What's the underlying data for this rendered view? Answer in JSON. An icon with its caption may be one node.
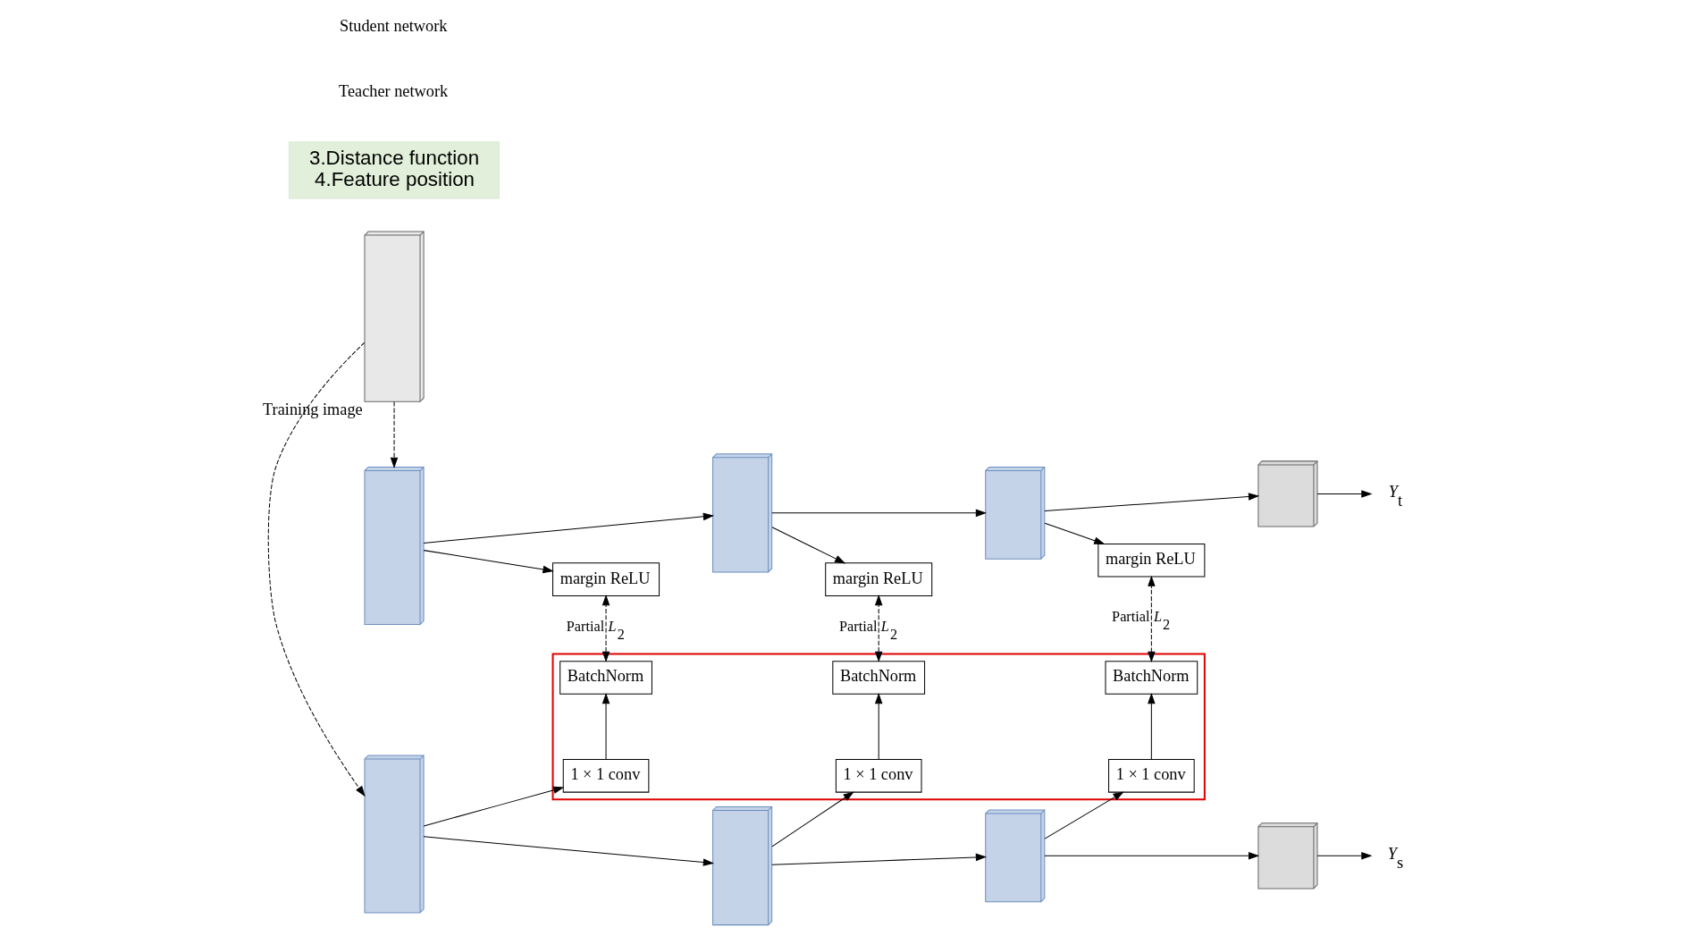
{
  "diagram": {
    "nodes": [
      {
        "text": [],
        "shape": "picture",
        "beside": [
          "Training image"
        ]
      },
      {
        "text": [],
        "shape": "picture"
      },
      {
        "text": [],
        "shape": "picture"
      },
      {
        "text": [],
        "shape": "picture"
      },
      {
        "text": [],
        "shape": "picture"
      },
      {
        "text": [
          "*Y*$_{t}$"
        ]
      },
      {
        "text": [
          "margin ReLU"
        ]
      },
      {
        "text": [
          "margin ReLU"
        ]
      },
      {
        "text": [
          "margin ReLU"
        ]
      },
      {
        "text": [],
        "shape": "box"
      },
      {
        "text": [
          "BatchNorm"
        ],
        "in": 9
      },
      {
        "text": [
          "1 × 1 conv"
        ],
        "in": 9
      },
      {
        "text": [
          "BatchNorm"
        ],
        "in": 9
      },
      {
        "text": [
          "1 × 1 conv"
        ],
        "in": 9
      },
      {
        "text": [
          "BatchNorm"
        ],
        "in": 9
      },
      {
        "text": [
          "1 × 1 conv"
        ],
        "in": 9
      },
      {
        "text": [],
        "shape": "picture"
      },
      {
        "text": [],
        "shape": "picture"
      },
      {
        "text": [],
        "shape": "picture"
      },
      {
        "text": [],
        "shape": "picture"
      },
      {
        "text": [
          "*Y*$_{s}$"
        ]
      },
      {
        "text": [
          "3.Distance function",
          "4.Feature position"
        ]
      }
    ],
    "edges": [
      {
        "from": 0,
        "to": 1,
        "arrow": "to",
        "style": "dashed"
      },
      {
        "from": 0,
        "to": 16,
        "arrow": "to",
        "style": "dashed"
      },
      {
        "from": 1,
        "to": 2,
        "arrow": "to"
      },
      {
        "from": 1,
        "to": 6,
        "arrow": "to"
      },
      {
        "from": 2,
        "to": 3,
        "arrow": "to"
      },
      {
        "from": 2,
        "to": 7,
        "arrow": "to"
      },
      {
        "from": 3,
        "to": 4,
        "arrow": "to"
      },
      {
        "from": 3,
        "to": 8,
        "arrow": "to"
      },
      {
        "from": 4,
        "to": 5,
        "arrow": "to"
      },
      {
        "from": 16,
        "to": 17,
        "arrow": "to"
      },
      {
        "from": 16,
        "to": 11,
        "arrow": "to"
      },
      {
        "from": 17,
        "to": 18,
        "arrow": "to"
      },
      {
        "from": 17,
        "to": 13,
        "arrow": "to"
      },
      {
        "from": 18,
        "to": 19,
        "arrow": "to"
      },
      {
        "from": 18,
        "to": 15,
        "arrow": "to"
      },
      {
        "from": 19,
        "to": 20,
        "arrow": "to"
      },
      {
        "from": 11,
        "to": 10,
        "arrow": "to"
      },
      {
        "from": 13,
        "to": 12,
        "arrow": "to"
      },
      {
        "from": 15,
        "to": 14,
        "arrow": "to"
      },
      {
        "from": 10,
        "to": 6,
        "arrow": "both",
        "style": "dashed",
        "label": "Partial *L*$_{2}$"
      },
      {
        "from": 12,
        "to": 7,
        "arrow": "both",
        "style": "dashed",
        "label": "Partial *L*$_{2}$"
      },
      {
        "from": 14,
        "to": 8,
        "arrow": "both",
        "style": "dashed",
        "label": "Partial *L*$_{2}$"
      }
    ],
    "labels": [
      "Teacher network",
      "Student network"
    ]
  }
}
